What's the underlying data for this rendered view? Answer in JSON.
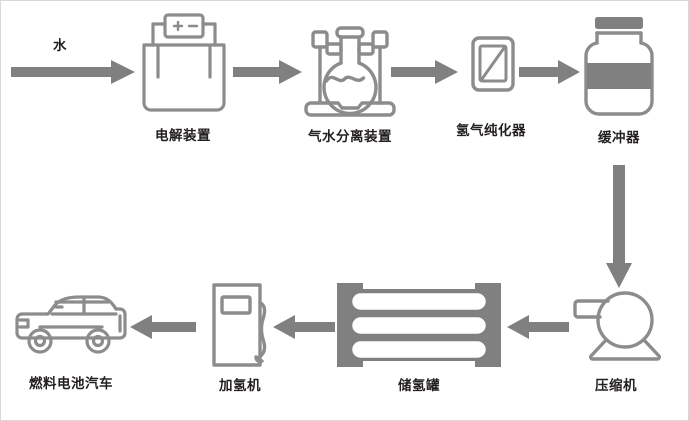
{
  "diagram": {
    "title_visible": false,
    "background_color": "#ffffff",
    "stroke_color": "#8c8c8c",
    "arrow_color": "#808080",
    "text_color": "#231f20",
    "flow_labels": [
      {
        "id": "water-input",
        "text": "水"
      }
    ],
    "nodes": [
      {
        "id": "electrolyzer",
        "label": "电解装置",
        "icon": "electrolysis-device-icon"
      },
      {
        "id": "gas-water-separator",
        "label": "气水分离装置",
        "icon": "flask-stand-icon"
      },
      {
        "id": "hydrogen-purifier",
        "label": "氢气纯化器",
        "icon": "filter-membrane-icon"
      },
      {
        "id": "buffer",
        "label": "缓冲器",
        "icon": "jar-buffer-icon"
      },
      {
        "id": "compressor",
        "label": "压缩机",
        "icon": "compressor-pump-icon"
      },
      {
        "id": "hydrogen-storage",
        "label": "储氢罐",
        "icon": "storage-tank-rack-icon"
      },
      {
        "id": "hydrogen-dispenser",
        "label": "加氢机",
        "icon": "fuel-dispenser-icon"
      },
      {
        "id": "fuel-cell-vehicle",
        "label": "燃料电池汽车",
        "icon": "suv-car-icon"
      }
    ],
    "connectors": [
      {
        "id": "arrow-water-to-electrolyzer",
        "from": "water-input",
        "to": "electrolyzer",
        "direction": "right"
      },
      {
        "id": "arrow-electrolyzer-to-separator",
        "from": "electrolyzer",
        "to": "gas-water-separator",
        "direction": "right"
      },
      {
        "id": "arrow-separator-to-purifier",
        "from": "gas-water-separator",
        "to": "hydrogen-purifier",
        "direction": "right"
      },
      {
        "id": "arrow-purifier-to-buffer",
        "from": "hydrogen-purifier",
        "to": "buffer",
        "direction": "right"
      },
      {
        "id": "arrow-buffer-to-compressor",
        "from": "buffer",
        "to": "compressor",
        "direction": "down"
      },
      {
        "id": "arrow-compressor-to-storage",
        "from": "compressor",
        "to": "hydrogen-storage",
        "direction": "left"
      },
      {
        "id": "arrow-storage-to-dispenser",
        "from": "hydrogen-storage",
        "to": "hydrogen-dispenser",
        "direction": "left"
      },
      {
        "id": "arrow-dispenser-to-vehicle",
        "from": "hydrogen-dispenser",
        "to": "fuel-cell-vehicle",
        "direction": "left"
      }
    ]
  }
}
